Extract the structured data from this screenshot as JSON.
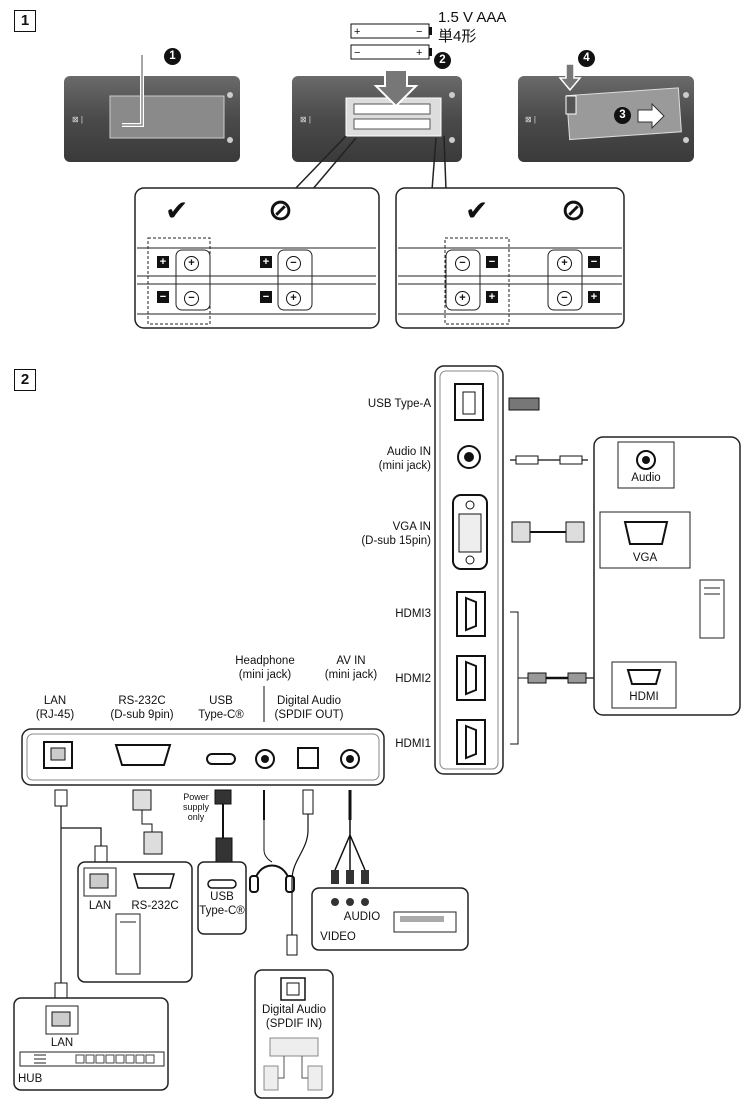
{
  "steps": {
    "step1": "1",
    "step2": "2"
  },
  "battery": {
    "spec": "1.5 V AAA",
    "jp": "単4形",
    "plus": "+",
    "minus": "−"
  },
  "callouts": {
    "n1": "1",
    "n2": "2",
    "n3": "3",
    "n4": "4"
  },
  "symbols": {
    "ok": "✔",
    "no": "⊘"
  },
  "display_right": {
    "usb_a": "USB Type-A",
    "audio_in": [
      "Audio IN",
      "(mini jack)"
    ],
    "vga_in": [
      "VGA IN",
      "(D-sub 15pin)"
    ],
    "hdmi3": "HDMI3",
    "hdmi2": "HDMI2",
    "hdmi1": "HDMI1"
  },
  "pc": {
    "audio": "Audio",
    "vga": "VGA",
    "hdmi": "HDMI"
  },
  "display_bottom": {
    "lan": [
      "LAN",
      "(RJ-45)"
    ],
    "rs232c": [
      "RS-232C",
      "(D-sub 9pin)"
    ],
    "usb_c": [
      "USB",
      "Type-C®"
    ],
    "headphone": [
      "Headphone",
      "(mini jack)"
    ],
    "av_in": [
      "AV IN",
      "(mini jack)"
    ],
    "digital_audio": [
      "Digital Audio",
      "(SPDIF OUT)"
    ]
  },
  "power_note": [
    "Power",
    "supply",
    "only"
  ],
  "pc_box": {
    "lan": "LAN",
    "rs232c": "RS-232C"
  },
  "usbc_box": [
    "USB",
    "Type-C®"
  ],
  "av_box": {
    "audio": "AUDIO",
    "video": "VIDEO"
  },
  "spdif_box": [
    "Digital Audio",
    "(SPDIF IN)"
  ],
  "hub_box": {
    "lan": "LAN",
    "hub": "HUB"
  }
}
